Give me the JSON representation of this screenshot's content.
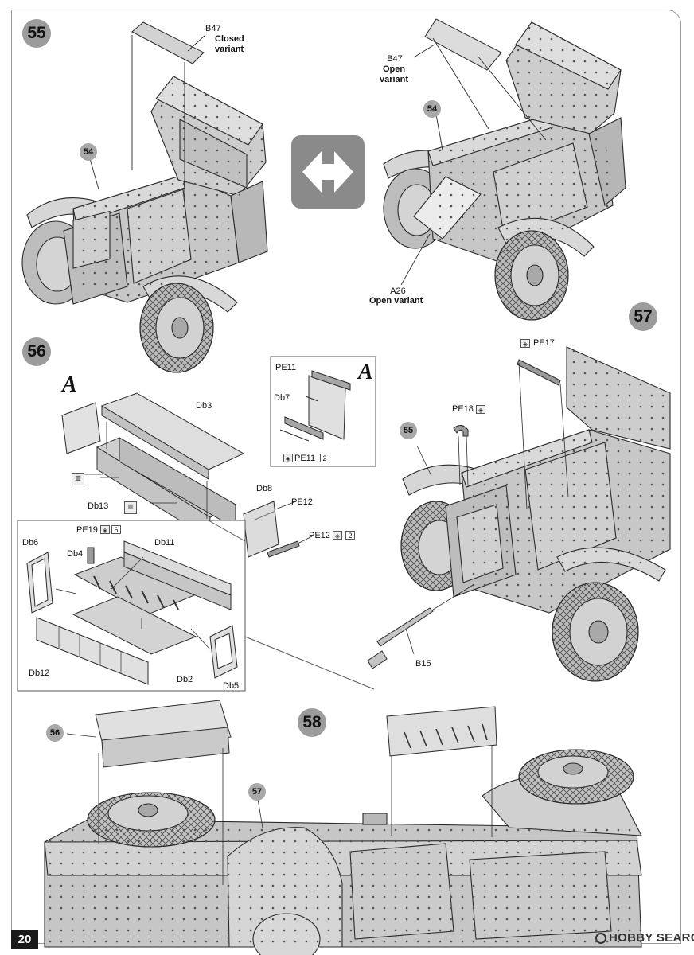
{
  "page_number": "20",
  "watermark": "HOBBY SEARCH",
  "steps": {
    "s55": "55",
    "s56": "56",
    "s57": "57",
    "s58": "58"
  },
  "sub_refs": {
    "r54a": "54",
    "r54b": "54",
    "r55": "55",
    "r56": "56",
    "r57": "57"
  },
  "labels": {
    "b47_closed_part": "B47",
    "b47_closed_note": "Closed variant",
    "b47_open_part": "B47",
    "b47_open_note": "Open variant",
    "a26_part": "A26",
    "a26_note": "Open variant",
    "inset_a": "A",
    "box_a": "A",
    "pe11_top": "PE11",
    "db7": "Db7",
    "pe11_bottom": "PE11",
    "pe11_qty": "2",
    "db3": "Db3",
    "db13": "Db13",
    "db8": "Db8",
    "pe12_top": "PE12",
    "pe12_bottom": "PE12",
    "pe12_qty": "2",
    "db6": "Db6",
    "db4": "Db4",
    "pe19": "PE19",
    "pe19_qty": "6",
    "db11": "Db11",
    "db12": "Db12",
    "db2": "Db2",
    "db5": "Db5",
    "pe17": "PE17",
    "pe18": "PE18",
    "b15": "B15"
  },
  "colors": {
    "vehicle_fill": "#c9c9c9",
    "vehicle_shade": "#a9a9a9",
    "line": "#2a2a2a",
    "badge": "#9c9c9c",
    "swap_icon": "#8a8a8a"
  },
  "icons": {
    "swap": "double-arrow-swap-icon",
    "photo_etch": "photo-etch-icon",
    "glue": "glue-icon"
  }
}
